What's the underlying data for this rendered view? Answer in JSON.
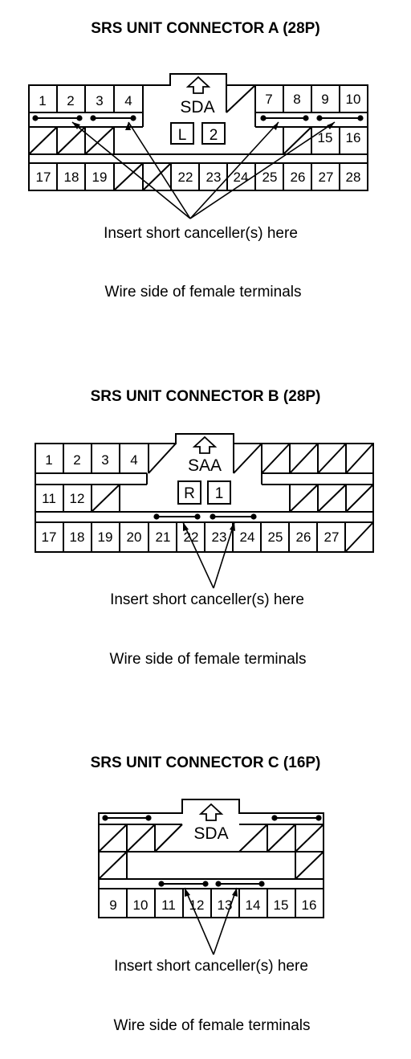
{
  "connector_a": {
    "title": "SRS UNIT CONNECTOR A (28P)",
    "key_label": "SDA",
    "tag_1": "L",
    "tag_2": "2",
    "top_left_pins": [
      "1",
      "2",
      "3",
      "4"
    ],
    "top_right_pins": [
      "7",
      "8",
      "9",
      "10"
    ],
    "mid_right_pins": [
      "15",
      "16"
    ],
    "bottom_pins": [
      "17",
      "18",
      "19",
      "22",
      "23",
      "24",
      "25",
      "26",
      "27",
      "28"
    ],
    "insert_caption": "Insert short canceller(s) here",
    "side_caption": "Wire side of female terminals"
  },
  "connector_b": {
    "title": "SRS UNIT CONNECTOR B (28P)",
    "key_label": "SAA",
    "tag_1": "R",
    "tag_2": "1",
    "top_left_pins": [
      "1",
      "2",
      "3",
      "4"
    ],
    "mid_left_pins": [
      "11",
      "12"
    ],
    "bottom_pins": [
      "17",
      "18",
      "19",
      "20",
      "21",
      "22",
      "23",
      "24",
      "25",
      "26",
      "27"
    ],
    "insert_caption": "Insert short canceller(s) here",
    "side_caption": "Wire side of female terminals"
  },
  "connector_c": {
    "title": "SRS UNIT CONNECTOR C (16P)",
    "key_label": "SDA",
    "bottom_pins": [
      "9",
      "10",
      "11",
      "12",
      "13",
      "14",
      "15",
      "16"
    ],
    "insert_caption": "Insert short canceller(s) here",
    "side_caption": "Wire side of female terminals"
  }
}
